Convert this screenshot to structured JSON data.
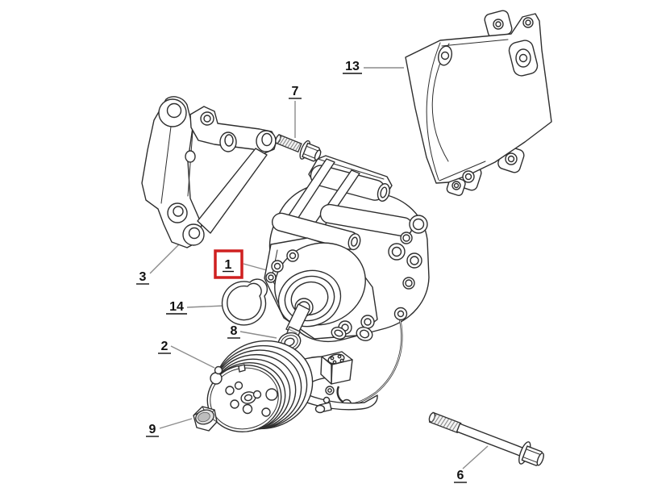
{
  "diagram": {
    "type": "exploded-parts-diagram",
    "subject": "A/C compressor assembly",
    "background": "#ffffff",
    "colors": {
      "background": "#ffffff",
      "outline": "#2e2e2e",
      "leader": "#8c8c8c",
      "label-text": "#111111",
      "highlight-box": "#cf2020",
      "metal-light": "#e0e0e0",
      "metal-dark": "#bdbdbd",
      "thread-fill": "#f2f2f2"
    },
    "labels": {
      "compressor": "1",
      "clutch_pulley": "2",
      "mounting_bracket": "3",
      "long_bolt": "6",
      "short_bolt": "7",
      "washer": "8",
      "nut": "9",
      "belt_cover": "13",
      "gasket": "14"
    },
    "highlighted_label": "1"
  }
}
